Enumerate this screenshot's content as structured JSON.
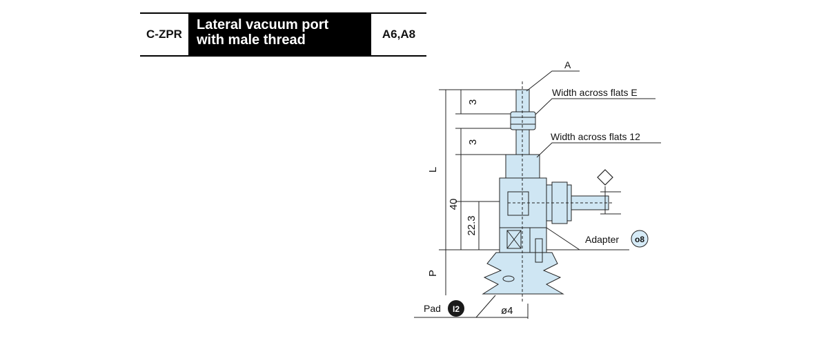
{
  "header": {
    "code": "C-ZPR",
    "title_line1": "Lateral vacuum port",
    "title_line2": "with male thread",
    "sizes": "A6,A8"
  },
  "labels": {
    "a": "A",
    "width_flats_e": "Width across flats E",
    "width_flats_12": "Width across flats 12",
    "adapter": "Adapter",
    "adapter_badge": "o8",
    "pad": "Pad",
    "pad_badge": "I2"
  },
  "dimensions": {
    "three_top": "3",
    "three_bottom": "3",
    "l": "L",
    "forty": "40",
    "twenty_two": "22.3",
    "p": "P",
    "dia4": "ø4"
  },
  "colors": {
    "part_fill": "#cfe6f3",
    "line": "#222222",
    "badge": "#1a1a1a"
  }
}
